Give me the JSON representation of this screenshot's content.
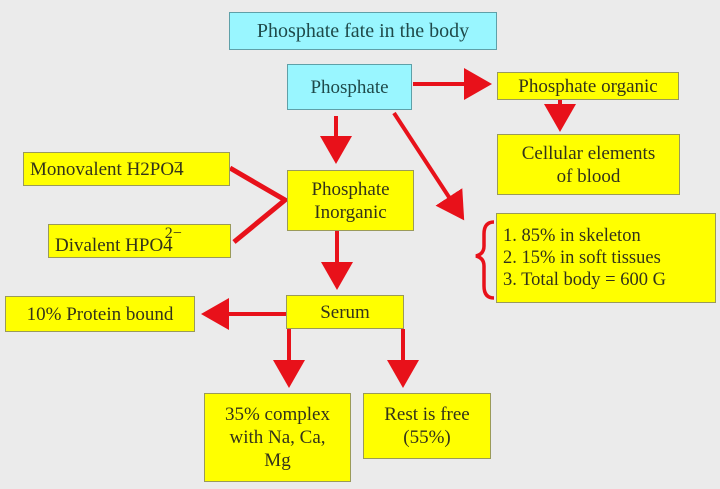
{
  "title": "Phosphate fate in the body",
  "nodes": {
    "phosphate": "Phosphate",
    "phosphate_organic": "Phosphate organic",
    "cellular_elements": [
      "Cellular elements",
      "of blood"
    ],
    "phosphate_inorganic": [
      "Phosphate",
      "Inorganic"
    ],
    "monovalent": {
      "label": "Monovalent H2PO4",
      "charge": "−"
    },
    "divalent": {
      "label": "Divalent HPO4",
      "charge": "2−"
    },
    "distribution": [
      "1. 85% in skeleton",
      "2. 15% in soft tissues",
      "3. Total body = 600 G"
    ],
    "serum": "Serum",
    "protein_bound": "10% Protein bound",
    "complex": [
      "35% complex",
      "with Na, Ca,",
      "Mg"
    ],
    "free": [
      "Rest is free",
      "(55%)"
    ]
  },
  "colors": {
    "background": "#ebebeb",
    "box_yellow": "#ffff00",
    "box_cyan": "#99f6ff",
    "arrow_red": "#e8111a",
    "text": "#33331a"
  }
}
